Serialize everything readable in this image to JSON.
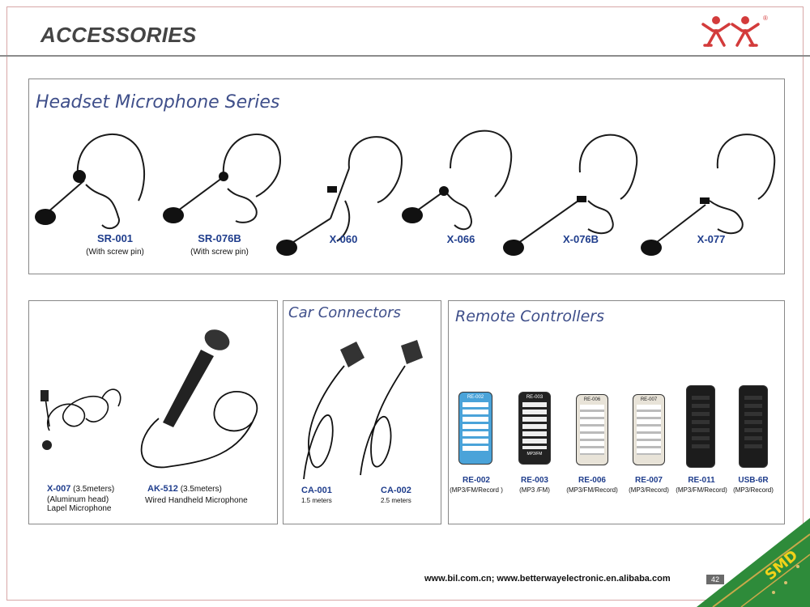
{
  "header": {
    "title": "ACCESSORIES",
    "logo_icon": "double-figure-logo-icon",
    "logo_mark": "®",
    "accent_color": "#d33b3b"
  },
  "headset_series": {
    "title": "Headset Microphone Series",
    "items": [
      {
        "model": "SR-001",
        "note": "(With screw pin)"
      },
      {
        "model": "SR-076B",
        "note": "(With screw pin)"
      },
      {
        "model": "X-060",
        "note": ""
      },
      {
        "model": "X-066",
        "note": ""
      },
      {
        "model": "X-076B",
        "note": ""
      },
      {
        "model": "X-077",
        "note": ""
      }
    ]
  },
  "microphones": {
    "lapel": {
      "model": "X-007",
      "length": "(3.5meters)",
      "line2": "(Aluminum head)",
      "line3": "Lapel  Microphone"
    },
    "handheld": {
      "model": "AK-512",
      "length": "(3.5meters)",
      "line2": "Wired Handheld Microphone"
    }
  },
  "car_connectors": {
    "title": "Car Connectors",
    "items": [
      {
        "model": "CA-001",
        "length": "1.5 meters"
      },
      {
        "model": "CA-002",
        "length": "2.5 meters"
      }
    ]
  },
  "remote_controllers": {
    "title": "Remote Controllers",
    "items": [
      {
        "model": "RE-002",
        "note": "(MP3/FM/Record )"
      },
      {
        "model": "RE-003",
        "note": "(MP3 /FM)"
      },
      {
        "model": "RE-006",
        "note": "(MP3/FM/Record)"
      },
      {
        "model": "RE-007",
        "note": "(MP3/Record)"
      },
      {
        "model": "RE-011",
        "note": "(MP3/FM/Record)"
      },
      {
        "model": "USB-6R",
        "note": "(MP3/Record)"
      }
    ],
    "remote_face_labels": {
      "re002_top": "RE-002",
      "re003_top": "RE-003",
      "re003_bottom": "MP3/FM",
      "re006_top": "RE-006",
      "re007_top": "RE-007"
    }
  },
  "footer": {
    "urls": "www.bil.com.cn;   www.betterwayelectronic.en.alibaba.com",
    "page_number": "42",
    "corner_badge": "SMD"
  }
}
